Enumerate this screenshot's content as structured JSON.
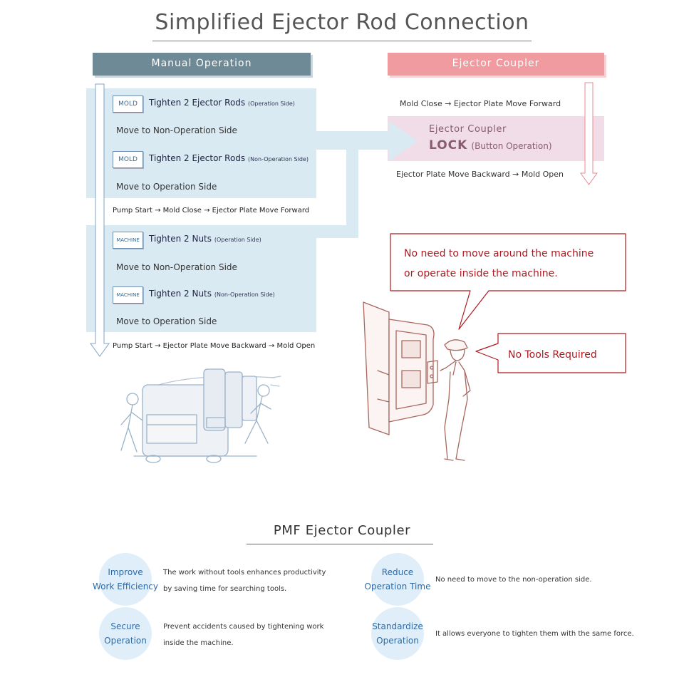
{
  "title": "Simplified Ejector Rod Connection",
  "manual": {
    "header": "Manual Operation",
    "steps": [
      {
        "tag": "MOLD",
        "title": "Tighten 2 Ejector Rods",
        "side": "(Operation Side)"
      },
      {
        "tag": "MOLD",
        "title": "Tighten 2 Ejector Rods",
        "side": "(Non-Operation Side)"
      },
      {
        "tag": "MACHINE",
        "title": "Tighten 2  Nuts",
        "side": "(Operation Side)"
      },
      {
        "tag": "MACHINE",
        "title": "Tighten 2  Nuts",
        "side": "(Non-Operation Side)"
      }
    ],
    "moves": [
      "Move to Non-Operation Side",
      "Move to Operation Side",
      "Move to Non-Operation Side",
      "Move to Operation Side"
    ],
    "flow_1": "Pump Start → Mold Close → Ejector Plate Move Forward",
    "flow_2": "Pump Start → Ejector Plate Move Backward → Mold Open"
  },
  "coupler": {
    "header": "Ejector Coupler",
    "forward": "Mold Close → Ejector Plate Move Forward",
    "name": "Ejector Coupler",
    "lock": "LOCK",
    "button": "(Button Operation)",
    "backward": "Ejector Plate Move Backward → Mold Open"
  },
  "callouts": {
    "move_line1": "No need to move around the machine",
    "move_line2": "or operate inside the machine.",
    "tools": "No Tools Required"
  },
  "pmf": {
    "title": "PMF Ejector Coupler",
    "benefits": [
      {
        "line1": "Improve",
        "line2": "Work Efficiency",
        "desc1": "The work without tools enhances productivity",
        "desc2": "by saving time for searching tools."
      },
      {
        "line1": "Reduce",
        "line2": "Operation Time",
        "desc1": "No need to move to the non-operation side.",
        "desc2": ""
      },
      {
        "line1": "Secure",
        "line2": "Operation",
        "desc1": "Prevent accidents caused by tightening work",
        "desc2": "inside the machine."
      },
      {
        "line1": "Standardize",
        "line2": "Operation",
        "desc1": "It allows everyone to tighten them with the same force.",
        "desc2": ""
      }
    ]
  },
  "colors": {
    "manual_header": "#6f8a97",
    "coupler_header": "#ef9ba0",
    "panel": "#d9eaf3",
    "coupler_band": "#f1dde7",
    "callout": "#b0181e",
    "circle_text": "#2f6aa3",
    "circle_fill": "#dfeef8"
  }
}
